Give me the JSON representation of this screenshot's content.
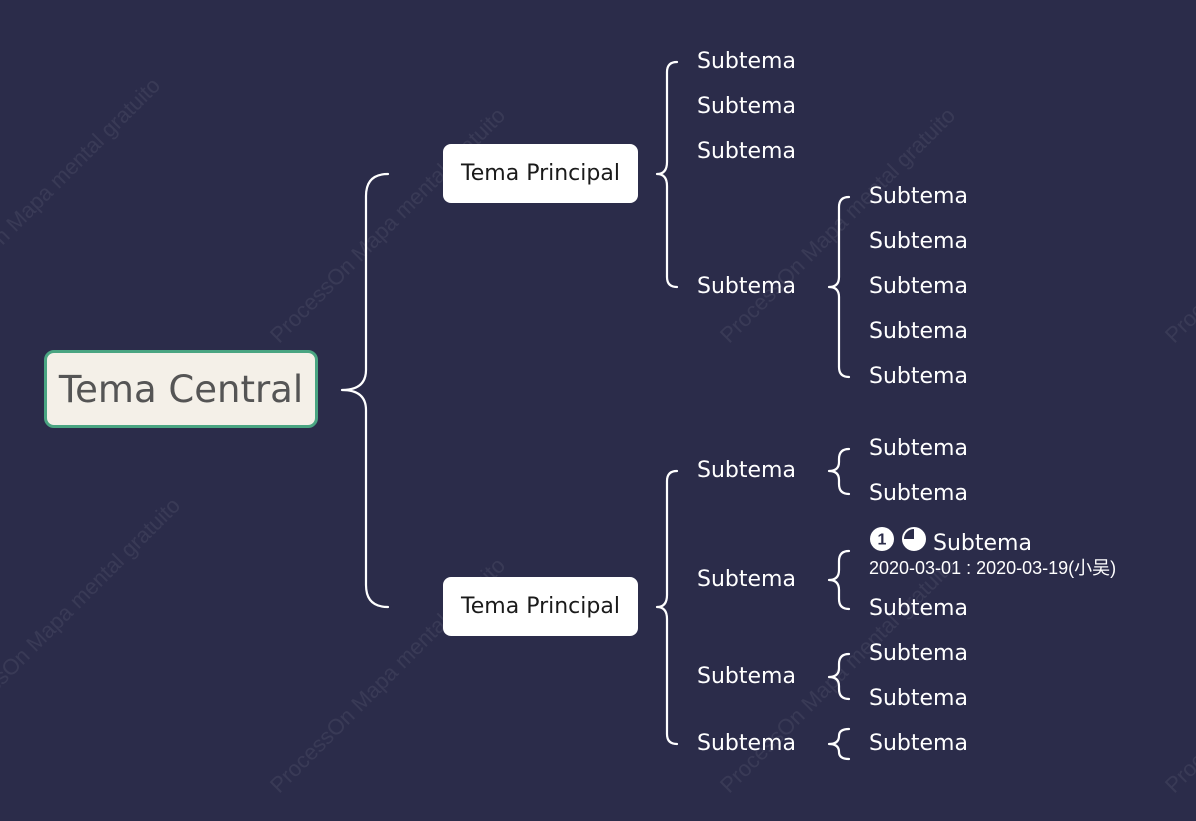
{
  "watermark": "ProcessOn Mapa mental gratuito",
  "colors": {
    "background": "#2b2c4a",
    "central_border": "#4aa582",
    "central_fill": "#f4f0e8",
    "main_fill": "#ffffff",
    "line": "#ffffff"
  },
  "central": {
    "label": "Tema Central"
  },
  "branches": [
    {
      "label": "Tema Principal",
      "subtopics": [
        {
          "label": "Subtema"
        },
        {
          "label": "Subtema"
        },
        {
          "label": "Subtema"
        },
        {
          "label": "Subtema",
          "children": [
            "Subtema",
            "Subtema",
            "Subtema",
            "Subtema",
            "Subtema"
          ]
        }
      ]
    },
    {
      "label": "Tema Principal",
      "subtopics": [
        {
          "label": "Subtema",
          "children": [
            "Subtema",
            "Subtema"
          ]
        },
        {
          "label": "Subtema",
          "children": [
            "Subtema",
            "Subtema"
          ],
          "first_child_markers": {
            "priority": "1",
            "progress": "75%"
          },
          "first_child_note": "2020-03-01 : 2020-03-19(小吴)"
        },
        {
          "label": "Subtema",
          "children": [
            "Subtema",
            "Subtema"
          ]
        },
        {
          "label": "Subtema",
          "children": [
            "Subtema"
          ]
        }
      ]
    }
  ]
}
